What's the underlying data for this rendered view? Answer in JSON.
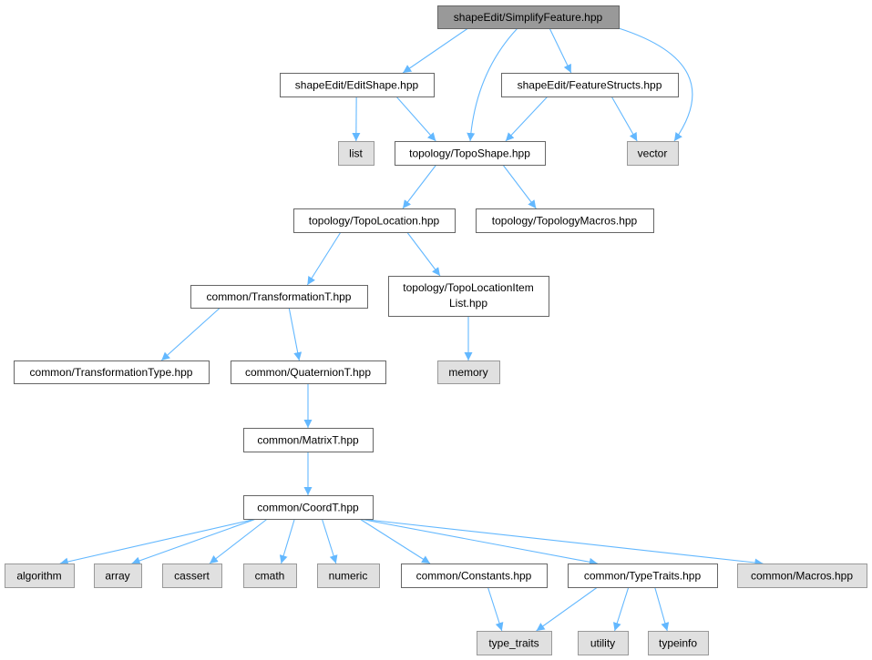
{
  "nodes": {
    "root": {
      "label": "shapeEdit/SimplifyFeature.hpp",
      "kind": "root"
    },
    "editshape": {
      "label": "shapeEdit/EditShape.hpp",
      "kind": "file"
    },
    "featurestructs": {
      "label": "shapeEdit/FeatureStructs.hpp",
      "kind": "file"
    },
    "list": {
      "label": "list",
      "kind": "system"
    },
    "toposhape": {
      "label": "topology/TopoShape.hpp",
      "kind": "file"
    },
    "vector": {
      "label": "vector",
      "kind": "system"
    },
    "topolocation": {
      "label": "topology/TopoLocation.hpp",
      "kind": "file"
    },
    "topologymacros": {
      "label": "topology/TopologyMacros.hpp",
      "kind": "file"
    },
    "transformationt": {
      "label": "common/TransformationT.hpp",
      "kind": "file"
    },
    "topolocationitemlist": {
      "label": "topology/TopoLocationItem",
      "label2": "List.hpp",
      "kind": "file"
    },
    "transformationtype": {
      "label": "common/TransformationType.hpp",
      "kind": "file"
    },
    "quaterniont": {
      "label": "common/QuaternionT.hpp",
      "kind": "file"
    },
    "memory": {
      "label": "memory",
      "kind": "system"
    },
    "matrixt": {
      "label": "common/MatrixT.hpp",
      "kind": "file"
    },
    "coordt": {
      "label": "common/CoordT.hpp",
      "kind": "file"
    },
    "algorithm": {
      "label": "algorithm",
      "kind": "system"
    },
    "array": {
      "label": "array",
      "kind": "system"
    },
    "cassert": {
      "label": "cassert",
      "kind": "system"
    },
    "cmath": {
      "label": "cmath",
      "kind": "system"
    },
    "numeric": {
      "label": "numeric",
      "kind": "system"
    },
    "constants": {
      "label": "common/Constants.hpp",
      "kind": "file"
    },
    "typetraits": {
      "label": "common/TypeTraits.hpp",
      "kind": "file"
    },
    "macros": {
      "label": "common/Macros.hpp",
      "kind": "system"
    },
    "type_traits": {
      "label": "type_traits",
      "kind": "system"
    },
    "utility": {
      "label": "utility",
      "kind": "system"
    },
    "typeinfo": {
      "label": "typeinfo",
      "kind": "system"
    }
  },
  "edges": [
    [
      "root",
      "editshape"
    ],
    [
      "root",
      "toposhape"
    ],
    [
      "root",
      "featurestructs"
    ],
    [
      "root",
      "vector"
    ],
    [
      "editshape",
      "list"
    ],
    [
      "editshape",
      "toposhape"
    ],
    [
      "featurestructs",
      "toposhape"
    ],
    [
      "featurestructs",
      "vector"
    ],
    [
      "toposhape",
      "topolocation"
    ],
    [
      "toposhape",
      "topologymacros"
    ],
    [
      "topolocation",
      "transformationt"
    ],
    [
      "topolocation",
      "topolocationitemlist"
    ],
    [
      "transformationt",
      "transformationtype"
    ],
    [
      "transformationt",
      "quaterniont"
    ],
    [
      "topolocationitemlist",
      "memory"
    ],
    [
      "quaterniont",
      "matrixt"
    ],
    [
      "matrixt",
      "coordt"
    ],
    [
      "coordt",
      "algorithm"
    ],
    [
      "coordt",
      "array"
    ],
    [
      "coordt",
      "cassert"
    ],
    [
      "coordt",
      "cmath"
    ],
    [
      "coordt",
      "numeric"
    ],
    [
      "coordt",
      "constants"
    ],
    [
      "coordt",
      "typetraits"
    ],
    [
      "coordt",
      "macros"
    ],
    [
      "constants",
      "type_traits"
    ],
    [
      "typetraits",
      "type_traits"
    ],
    [
      "typetraits",
      "utility"
    ],
    [
      "typetraits",
      "typeinfo"
    ]
  ],
  "colors": {
    "edge": "#63b8ff",
    "root_fill": "#999999",
    "system_fill": "#e0e0e0",
    "file_fill": "#ffffff"
  }
}
